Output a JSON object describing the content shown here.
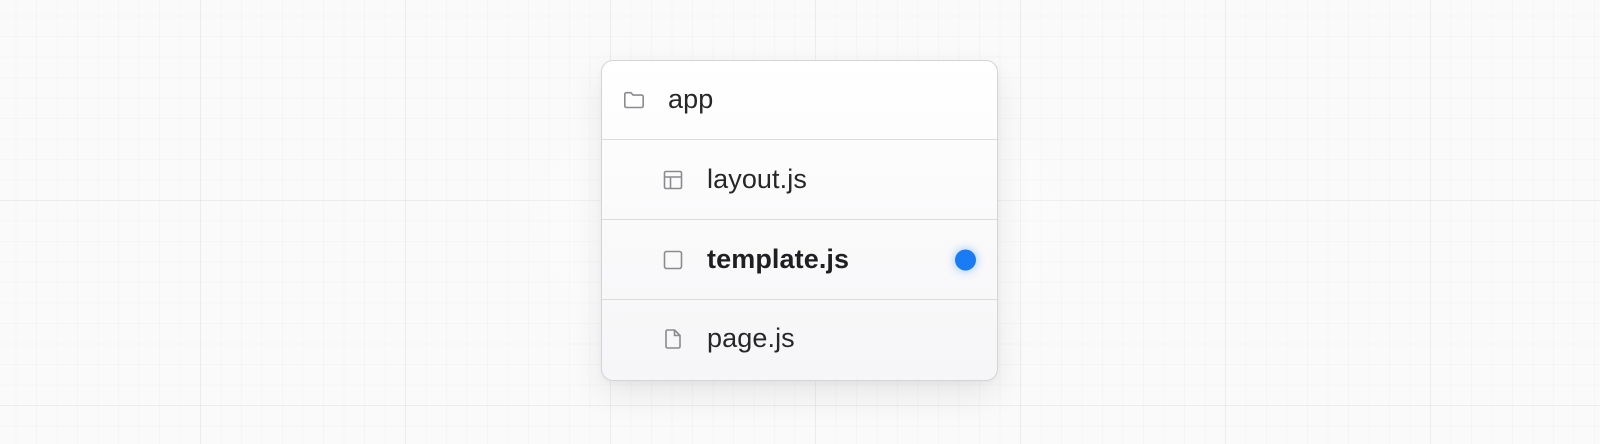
{
  "tree": {
    "folder": {
      "name": "app",
      "icon": "folder-icon"
    },
    "files": [
      {
        "name": "layout.js",
        "icon": "layout-icon",
        "bold": false,
        "highlighted": false
      },
      {
        "name": "template.js",
        "icon": "template-icon",
        "bold": true,
        "highlighted": true
      },
      {
        "name": "page.js",
        "icon": "file-icon",
        "bold": false,
        "highlighted": false
      }
    ]
  },
  "colors": {
    "highlight_dot": "#1a7cf5",
    "icon_stroke": "#8a8a8f",
    "text": "#27272a"
  }
}
